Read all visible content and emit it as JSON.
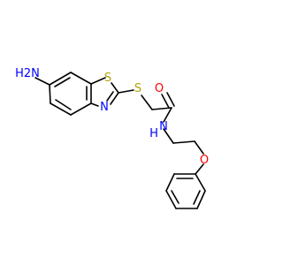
{
  "atoms": {
    "amine": "H2N",
    "ring_sulfur": "S",
    "ring_nitrogen": "N",
    "thioether_sulfur": "S",
    "carbonyl_oxygen": "O",
    "amide_nitrogen": "N",
    "amide_hydrogen": "H",
    "ether_oxygen": "O"
  },
  "colors": {
    "bond": "#000000",
    "nitrogen": "#0000ff",
    "sulfur": "#b3a400",
    "oxygen": "#ff0000",
    "carbon_label": "#000000"
  }
}
